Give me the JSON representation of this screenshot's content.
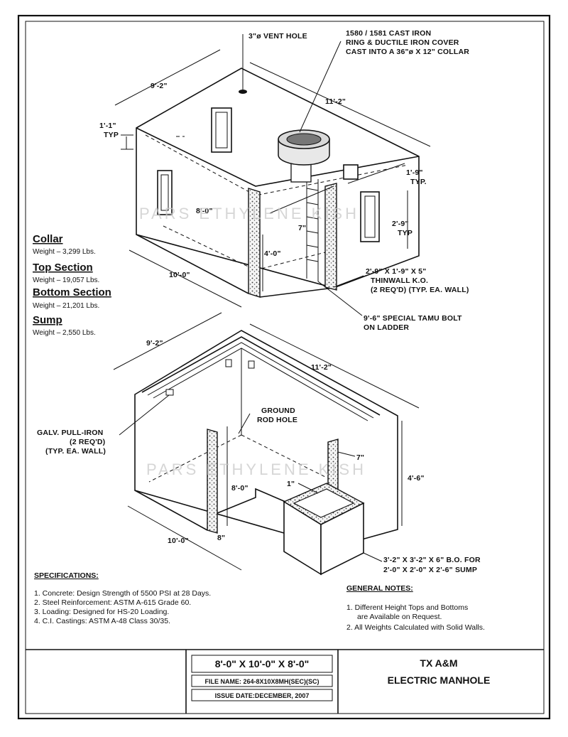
{
  "top_view": {
    "vent_hole": "3\"ø VENT HOLE",
    "cover_line1": "1580 / 1581 CAST IRON",
    "cover_line2": "RING & DUCTILE IRON COVER",
    "cover_line3": "CAST INTO A 36\"ø X 12\" COLLAR",
    "dim_width": "9'-2\"",
    "dim_length": "11'-2\"",
    "dim_typ_top": "1'-1\"",
    "typ": "TYP",
    "dim_ko_w": "1'-9\"",
    "typ_dot": "TYP.",
    "dim_ko_h": "2'-9\"",
    "dim_inner_w": "8'-0\"",
    "dim_wall": "7\"",
    "dim_height": "4'-0\"",
    "dim_outer_w": "10'-0\"",
    "ko_line1": "2'-9\" X 1'-9\" X 5\"",
    "ko_line2": "THINWALL K.O.",
    "ko_line3": "(2 REQ'D) (TYP. EA. WALL)",
    "ladder_line1": "9'-6\" SPECIAL TAMU BOLT",
    "ladder_line2": "ON LADDER"
  },
  "weights": {
    "collar_title": "Collar",
    "collar_weight": "Weight – 3,299 Lbs.",
    "top_title": "Top Section",
    "top_weight": "Weight – 19,057 Lbs.",
    "bottom_title": "Bottom Section",
    "bottom_weight": "Weight – 21,201 Lbs.",
    "sump_title": "Sump",
    "sump_weight": "Weight – 2,550 Lbs."
  },
  "bottom_view": {
    "dim_width": "9'-2\"",
    "dim_length": "11'-2\"",
    "ground_line1": "GROUND",
    "ground_line2": "ROD HOLE",
    "pull_line1": "GALV. PULL-IRON",
    "pull_line2": "(2 REQ'D)",
    "pull_line3": "(TYP. EA. WALL)",
    "dim_wall": "7\"",
    "dim_height": "4'-6\"",
    "dim_inner_w": "8'-0\"",
    "dim_one": "1\"",
    "dim_eight": "8\"",
    "dim_outer_w": "10'-0\"",
    "sump_line1": "3'-2\" X 3'-2\" X 6\" B.O. FOR",
    "sump_line2": "2'-0\" X 2'-0\" X 2'-6\" SUMP"
  },
  "watermark": "PARS ETHYLENE KISH",
  "specifications": {
    "title": "SPECIFICATIONS:",
    "items": [
      "1. Concrete: Design Strength of 5500 PSI at 28 Days.",
      "2. Steel Reinforcement: ASTM A-615 Grade 60.",
      "3. Loading:  Designed for HS-20 Loading.",
      "4. C.I. Castings:  ASTM A-48 Class 30/35."
    ]
  },
  "general_notes": {
    "title": "GENERAL NOTES:",
    "item1_line1": "1. Different Height Tops and Bottoms",
    "item1_line2": "are Available on Request.",
    "item2": "2. All Weights Calculated with Solid Walls."
  },
  "title_block": {
    "size": "8'-0\" X 10'-0\" X 8'-0\"",
    "file_name": "FILE NAME: 264-8X10X8MH(SEC)(SC)",
    "issue_date": "ISSUE DATE:DECEMBER, 2007",
    "title_line1": "TX A&M",
    "title_line2": "ELECTRIC MANHOLE"
  }
}
